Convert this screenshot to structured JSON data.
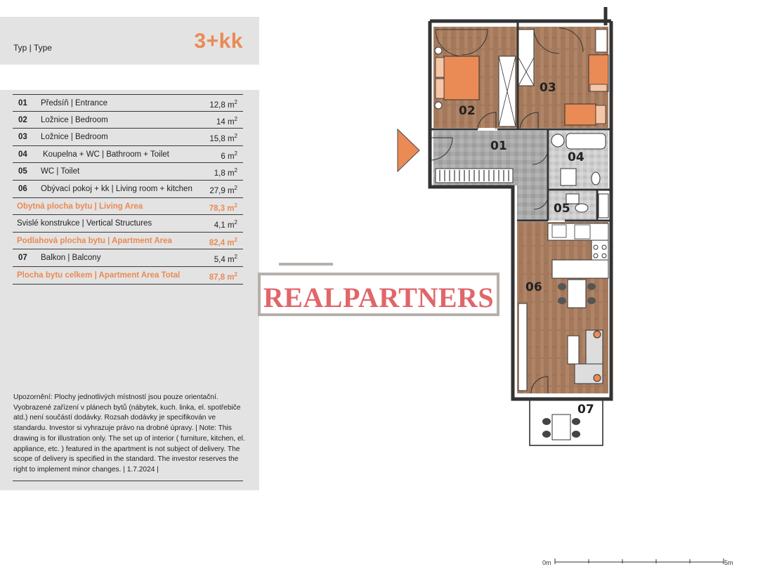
{
  "type": {
    "label": "Typ | Type",
    "value": "3+kk"
  },
  "rooms": [
    {
      "num": "01",
      "name": "Předsíň | Entrance",
      "area": "12,8 m",
      "sup": "2"
    },
    {
      "num": "02",
      "name": "Ložnice | Bedroom",
      "area": "14 m",
      "sup": "2"
    },
    {
      "num": "03",
      "name": "Ložnice | Bedroom",
      "area": "15,8 m",
      "sup": "2"
    },
    {
      "num": "04",
      "name": "Koupelna + WC | Bathroom + Toilet",
      "area": "6 m",
      "sup": "2"
    },
    {
      "num": "05",
      "name": "WC | Toilet",
      "area": "1,8 m",
      "sup": "2"
    },
    {
      "num": "06",
      "name": "Obývací pokoj + kk | Living room + kitchen",
      "area": "27,9 m",
      "sup": "2"
    }
  ],
  "totals": {
    "living": {
      "name": "Obytná plocha bytu | Living Area",
      "area": "78,3 m",
      "sup": "2"
    },
    "vertical": {
      "name": "Svislé konstrukce | Vertical Structures",
      "area": "4,1 m",
      "sup": "2"
    },
    "apartment": {
      "name": "Podlahová plocha bytu | Apartment Area",
      "area": "82,4 m",
      "sup": "2"
    },
    "balcony": {
      "num": "07",
      "name": "Balkon | Balcony",
      "area": "5,4 m",
      "sup": "2"
    },
    "total": {
      "name": "Plocha bytu celkem | Apartment Area Total",
      "area": "87,8 m",
      "sup": "2"
    }
  },
  "disclaimer": "Upozornění: Plochy jednotlivých místností jsou pouze orientační. Vyobrazené zařízení v plánech bytů (nábytek, kuch. linka, el. spotřebiče atd.) není součástí dodávky. Rozsah dodávky je specifikován ve standardu. Investor si vyhrazuje právo na drobné úpravy. | Note: This drawing is for illustration only. The set up of interior ( furniture, kitchen, el. appliance, etc. ) featured in the apartment is not subject of delivery. The scope of delivery is specified in the standard. The investor reserves the right to implement minor changes. | 1.7.2024 |",
  "watermark": "REALPARTNERS",
  "plan": {
    "labels": {
      "r01": "01",
      "r02": "02",
      "r03": "03",
      "r04": "04",
      "r05": "05",
      "r06": "06",
      "r07": "07"
    }
  },
  "scale": {
    "start": "0m",
    "end": "5m"
  },
  "colors": {
    "accent": "#ea8a55",
    "panel": "#e3e3e3",
    "wood": "#a1765a",
    "tile": "#a6a6a6",
    "watermark": "#e0666a"
  },
  "icons": {
    "entrance": "entrance-arrow-icon",
    "compass": "north-arrow-icon"
  }
}
